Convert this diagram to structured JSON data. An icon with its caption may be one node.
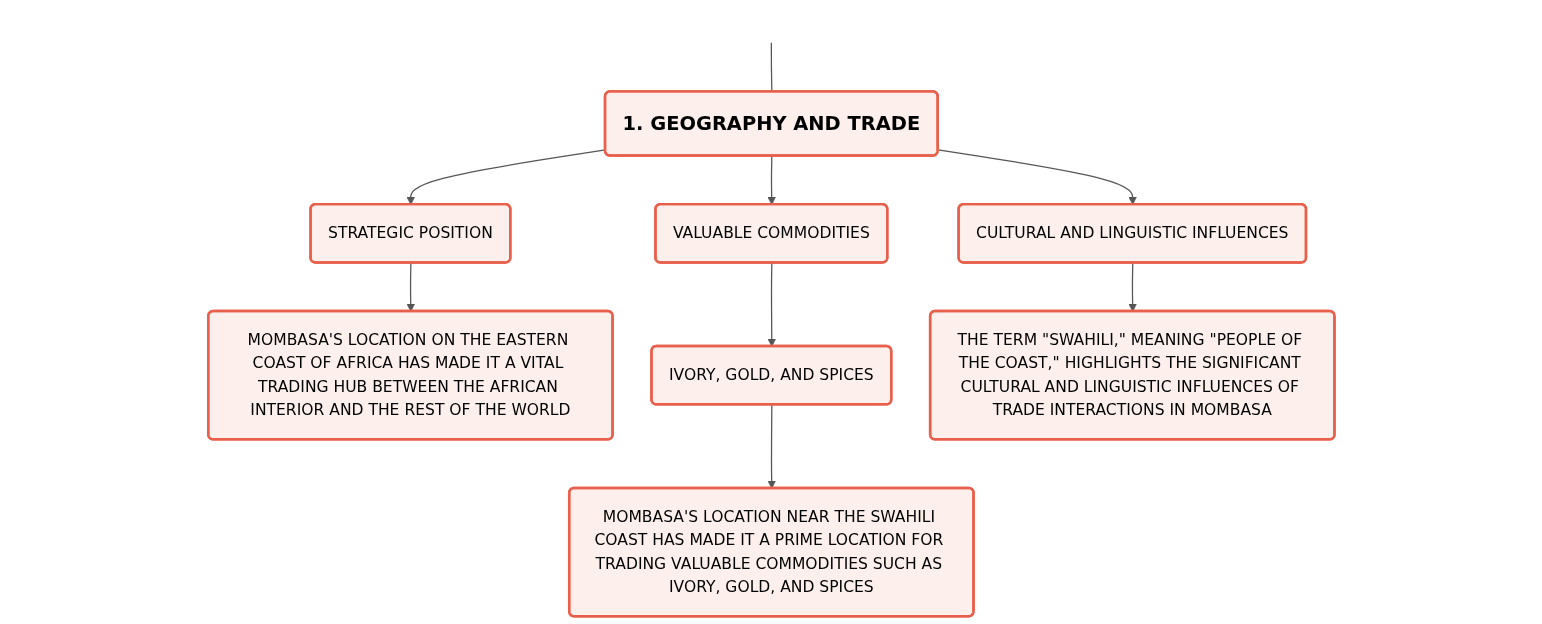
{
  "diagram": {
    "nodes": [
      {
        "text": [
          "1. GEOGRAPHY AND TRADE"
        ]
      },
      {
        "text": [
          "STRATEGIC POSITION"
        ]
      },
      {
        "text": [
          "VALUABLE COMMODITIES"
        ]
      },
      {
        "text": [
          "CULTURAL AND LINGUISTIC INFLUENCES"
        ]
      },
      {
        "text": [
          "MOMBASA'S LOCATION ON THE EASTERN COAST OF AFRICA HAS MADE IT A VITAL TRADING HUB BETWEEN THE AFRICAN INTERIOR AND THE REST OF THE WORLD"
        ]
      },
      {
        "text": [
          "IVORY, GOLD, AND SPICES"
        ]
      },
      {
        "text": [
          "MOMBASA'S LOCATION NEAR THE SWAHILI COAST HAS MADE IT A PRIME LOCATION FOR TRADING VALUABLE COMMODITIES SUCH AS IVORY, GOLD, AND SPICES"
        ]
      },
      {
        "text": [
          "THE TERM \"SWAHILI,\" MEANING \"PEOPLE OF THE COAST,\" HIGHLIGHTS THE SIGNIFICANT CULTURAL AND LINGUISTIC INFLUENCES OF TRADE INTERACTIONS IN MOMBASA"
        ]
      }
    ],
    "edges": [
      {
        "from": null,
        "to": 0,
        "arrow": "none"
      },
      {
        "from": 0,
        "to": 1,
        "arrow": "to"
      },
      {
        "from": 0,
        "to": 2,
        "arrow": "to"
      },
      {
        "from": 0,
        "to": 3,
        "arrow": "to"
      },
      {
        "from": 1,
        "to": 4,
        "arrow": "to"
      },
      {
        "from": 2,
        "to": 5,
        "arrow": "to"
      },
      {
        "from": 5,
        "to": 6,
        "arrow": "to"
      },
      {
        "from": 3,
        "to": 7,
        "arrow": "to"
      }
    ]
  }
}
